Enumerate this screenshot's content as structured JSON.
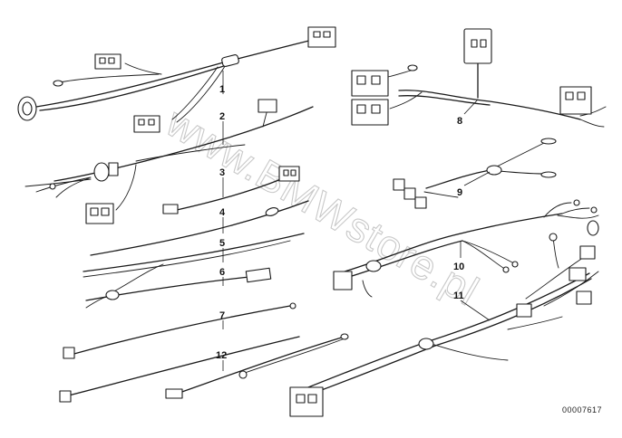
{
  "diagram": {
    "part_labels": [
      "1",
      "2",
      "3",
      "4",
      "5",
      "6",
      "7",
      "8",
      "9",
      "10",
      "11",
      "12"
    ],
    "watermark": "www.BMWstore.pl",
    "document_number": "00007617"
  }
}
